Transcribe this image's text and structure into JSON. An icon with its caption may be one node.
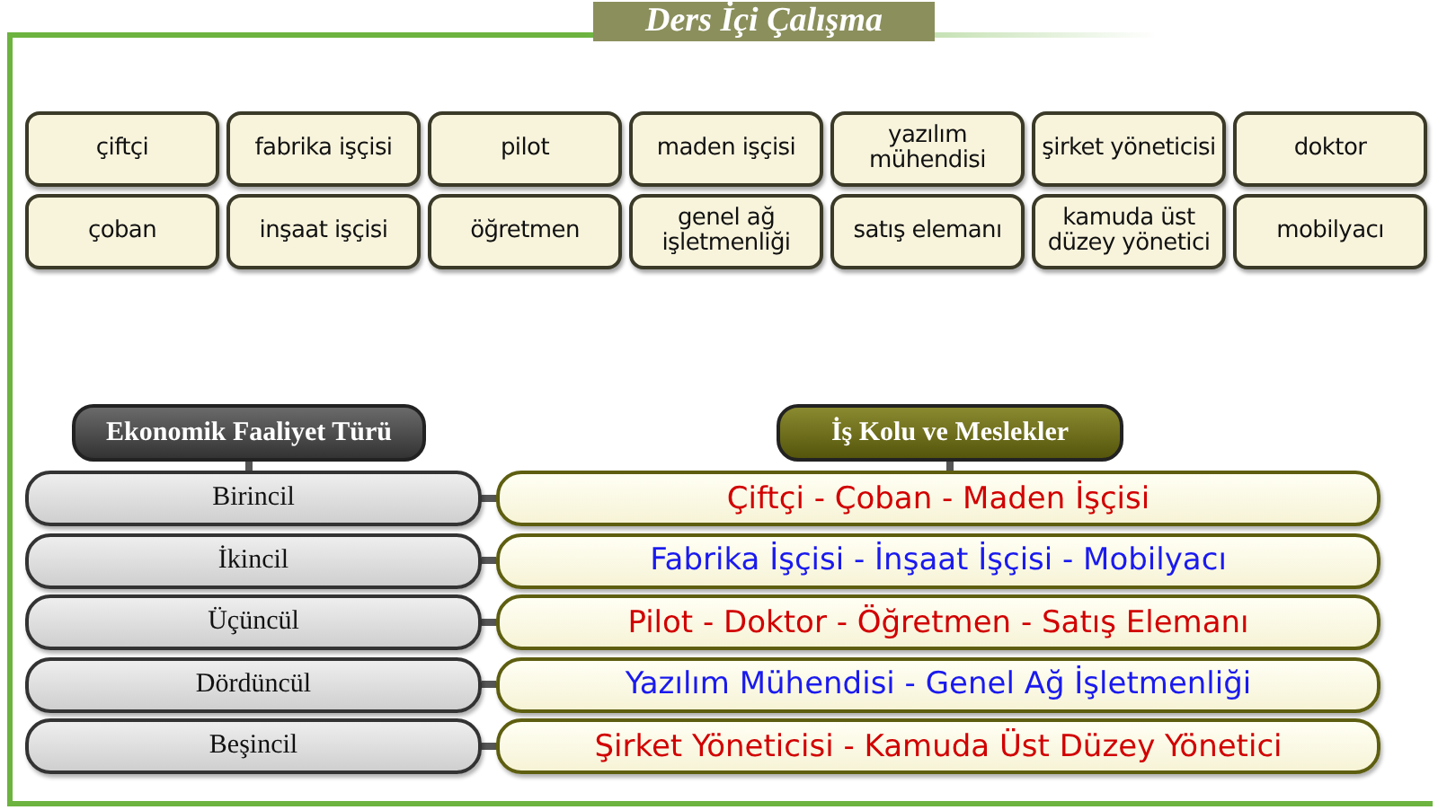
{
  "diagram": {
    "title": "Ders İçi Çalışma",
    "nodes": [
      {
        "text": [
          "çiftçi"
        ]
      },
      {
        "text": [
          "fabrika işçisi"
        ]
      },
      {
        "text": [
          "pilot"
        ]
      },
      {
        "text": [
          "maden işçisi"
        ]
      },
      {
        "text": [
          "yazılım mühendisi"
        ]
      },
      {
        "text": [
          "şirket yöneticisi"
        ]
      },
      {
        "text": [
          "doktor"
        ]
      },
      {
        "text": [
          "çoban"
        ]
      },
      {
        "text": [
          "inşaat işçisi"
        ]
      },
      {
        "text": [
          "öğretmen"
        ]
      },
      {
        "text": [
          "genel ağ işletmenliği"
        ]
      },
      {
        "text": [
          "satış elemanı"
        ]
      },
      {
        "text": [
          "kamuda üst düzey yönetici"
        ]
      },
      {
        "text": [
          "mobilyacı"
        ]
      },
      {
        "text": [
          "Ekonomik Faaliyet Türü"
        ]
      },
      {
        "text": [
          "İş Kolu ve Meslekler"
        ]
      },
      {
        "text": [
          "Birincil"
        ]
      },
      {
        "text": [
          "Çiftçi - Çoban - Maden İşçisi"
        ]
      },
      {
        "text": [
          "İkincil"
        ]
      },
      {
        "text": [
          "Fabrika İşçisi - İnşaat İşçisi - Mobilyacı"
        ]
      },
      {
        "text": [
          "Üçüncül"
        ]
      },
      {
        "text": [
          "Pilot - Doktor - Öğretmen - Satış Elemanı"
        ]
      },
      {
        "text": [
          "Dördüncül"
        ]
      },
      {
        "text": [
          "Yazılım Mühendisi - Genel Ağ İşletmenliği"
        ]
      },
      {
        "text": [
          "Beşincil"
        ]
      },
      {
        "text": [
          "Şirket Yöneticisi - Kamuda Üst Düzey Yönetici"
        ]
      }
    ],
    "edges": [
      {
        "from": 14,
        "to": 16,
        "arrow": "none"
      },
      {
        "from": 15,
        "to": 17,
        "arrow": "none"
      },
      {
        "from": 16,
        "to": 17,
        "arrow": "none"
      },
      {
        "from": 18,
        "to": 19,
        "arrow": "none"
      },
      {
        "from": 20,
        "to": 21,
        "arrow": "none"
      },
      {
        "from": 22,
        "to": 23,
        "arrow": "none"
      },
      {
        "from": 24,
        "to": 25,
        "arrow": "none"
      }
    ]
  }
}
